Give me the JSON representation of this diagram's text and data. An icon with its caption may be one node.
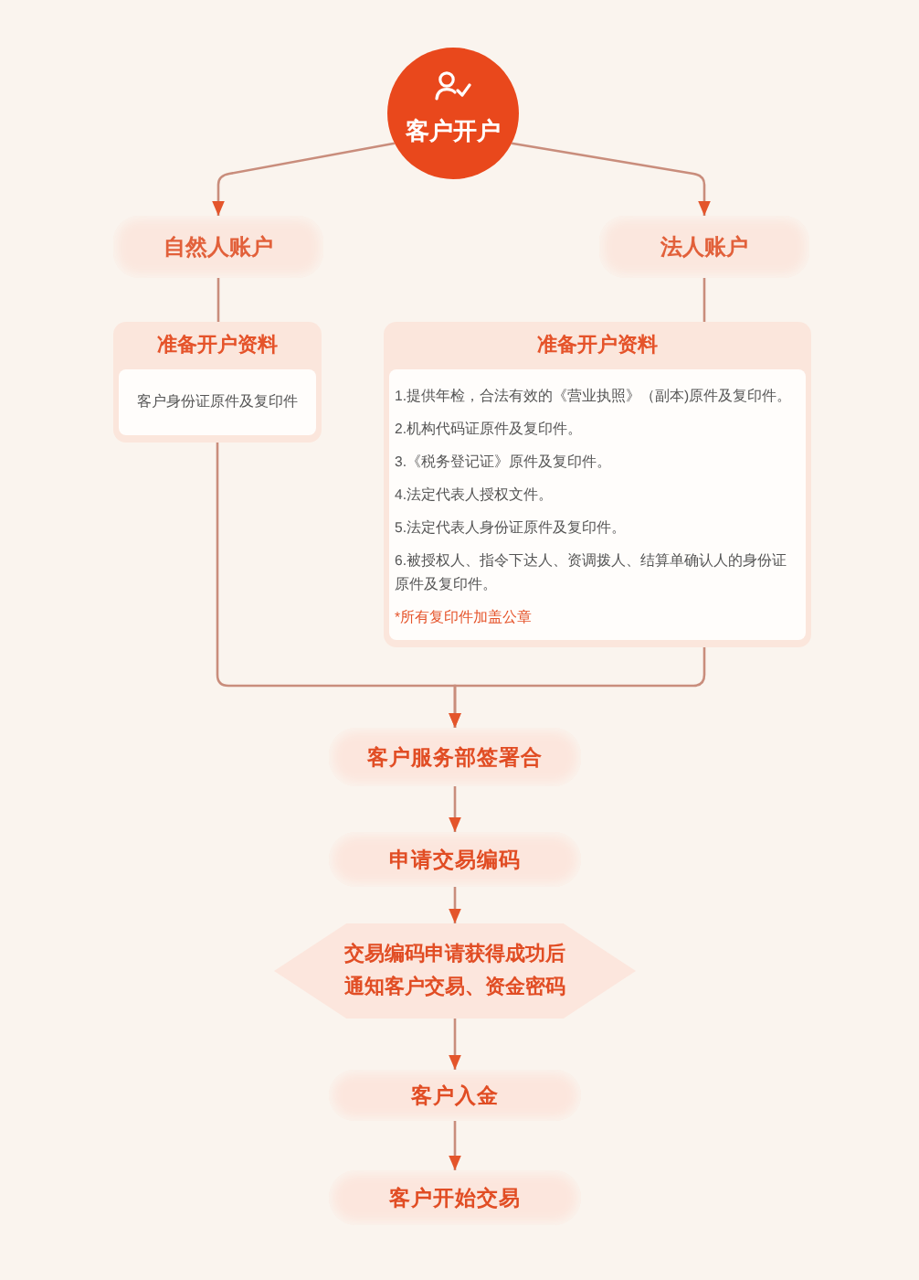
{
  "diagram": {
    "nodes": [
      {
        "text": [
          "客户开户"
        ]
      },
      {
        "text": [
          "自然人账户"
        ]
      },
      {
        "text": [
          "法人账户"
        ]
      },
      {
        "text": [
          "准备开户资料",
          "客户身份证原件及复印件"
        ]
      },
      {
        "text": [
          "准备开户资料",
          "1.提供年检，合法有效的《营业执照》（副本)原件及复印件。",
          "2.机构代码证原件及复印件。",
          "3.《税务登记证》原件及复印件。",
          "4.法定代表人授权文件。",
          "5.法定代表人身份证原件及复印件。",
          "6.被授权人、指令下达人、资调拨人、结算单确认人的身份证原件及复印件。",
          "*所有复印件加盖公章"
        ]
      },
      {
        "text": [
          "客户服务部签署合"
        ]
      },
      {
        "text": [
          "申请交易编码"
        ]
      },
      {
        "text": [
          "交易编码申请获得成功后通知客户交易、资金密码"
        ]
      },
      {
        "text": [
          "客户入金"
        ]
      },
      {
        "text": [
          "客户开始交易"
        ]
      }
    ],
    "edges": [
      {
        "from": 0,
        "to": 1,
        "arrow": "to"
      },
      {
        "from": 0,
        "to": 2,
        "arrow": "to"
      },
      {
        "from": 1,
        "to": 3,
        "arrow": "none"
      },
      {
        "from": 2,
        "to": 4,
        "arrow": "none"
      },
      {
        "from": 3,
        "to": 5,
        "arrow": "to"
      },
      {
        "from": 4,
        "to": 5,
        "arrow": "to"
      },
      {
        "from": 5,
        "to": 6,
        "arrow": "to"
      },
      {
        "from": 6,
        "to": 7,
        "arrow": "to"
      },
      {
        "from": 7,
        "to": 8,
        "arrow": "to"
      },
      {
        "from": 8,
        "to": 9,
        "arrow": "to"
      }
    ]
  }
}
